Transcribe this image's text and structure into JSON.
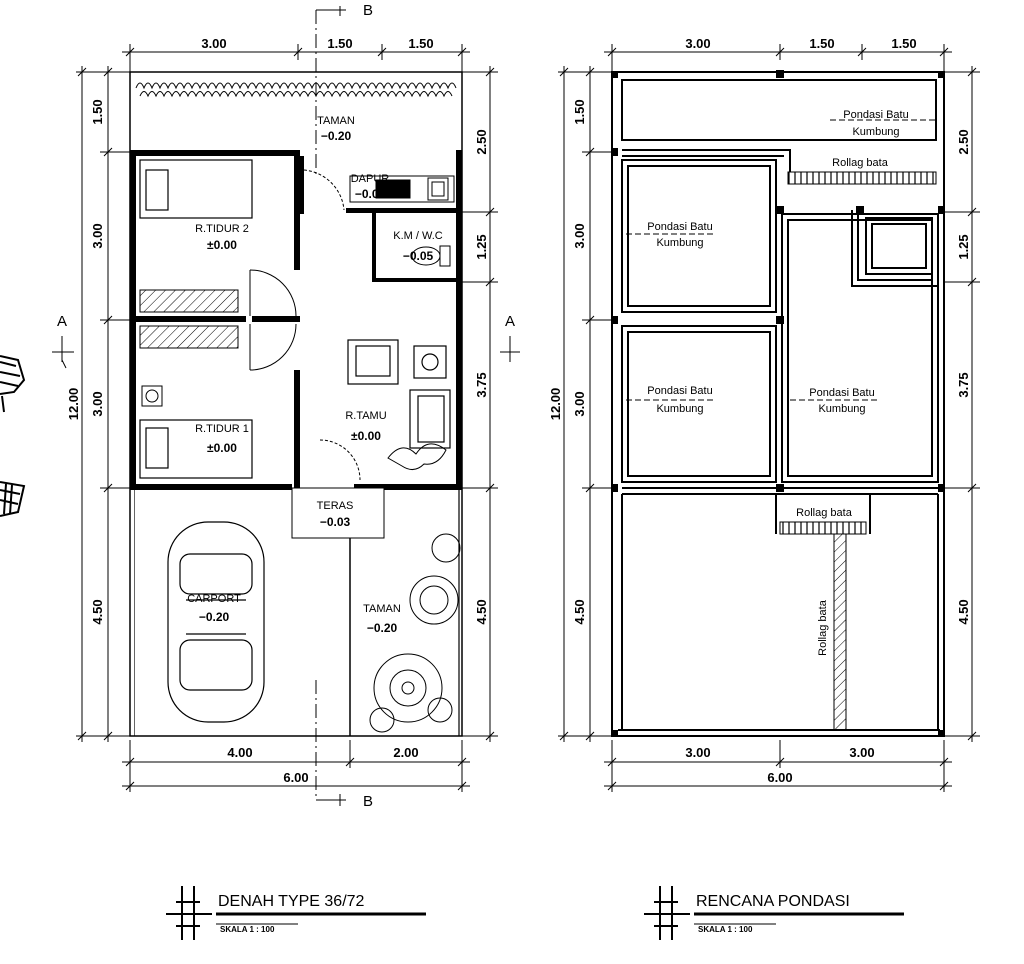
{
  "left_plan": {
    "dims_top": [
      "3.00",
      "1.50",
      "1.50"
    ],
    "dims_left": [
      "1.50",
      "3.00",
      "3.00",
      "4.50"
    ],
    "dim_left_total": "12.00",
    "dims_right": [
      "2.50",
      "1.25",
      "3.75",
      "4.50"
    ],
    "dims_bottom": [
      "4.00",
      "2.00"
    ],
    "dim_bottom_total": "6.00",
    "section_a": "A",
    "section_b": "B",
    "rooms": {
      "taman_top": {
        "name": "TAMAN",
        "level": "−0.20"
      },
      "dapur": {
        "name": "DAPUR",
        "level": "−0.05"
      },
      "km_wc": {
        "name": "K.M / W.C",
        "level": "−0.05"
      },
      "tidur2": {
        "name": "R.TIDUR 2",
        "level": "±0.00"
      },
      "tidur1": {
        "name": "R.TIDUR 1",
        "level": "±0.00"
      },
      "tamu": {
        "name": "R.TAMU",
        "level": "±0.00"
      },
      "teras": {
        "name": "TERAS",
        "level": "−0.03"
      },
      "carport": {
        "name": "CARPORT",
        "level": "−0.20"
      },
      "taman_front": {
        "name": "TAMAN",
        "level": "−0.20"
      }
    },
    "title": "DENAH TYPE 36/72",
    "scale": "SKALA 1 : 100"
  },
  "right_plan": {
    "dims_top": [
      "3.00",
      "1.50",
      "1.50"
    ],
    "dims_left": [
      "1.50",
      "3.00",
      "3.00",
      "4.50"
    ],
    "dim_left_total": "12.00",
    "dims_right": [
      "2.50",
      "1.25",
      "3.75",
      "4.50"
    ],
    "dims_bottom": [
      "3.00",
      "3.00"
    ],
    "dim_bottom_total": "6.00",
    "labels": {
      "pondasi_l1": "Pondasi Batu",
      "pondasi_l2": "Kumbung",
      "rollag": "Rollag bata"
    },
    "title": "RENCANA PONDASI",
    "scale": "SKALA 1 : 100"
  }
}
